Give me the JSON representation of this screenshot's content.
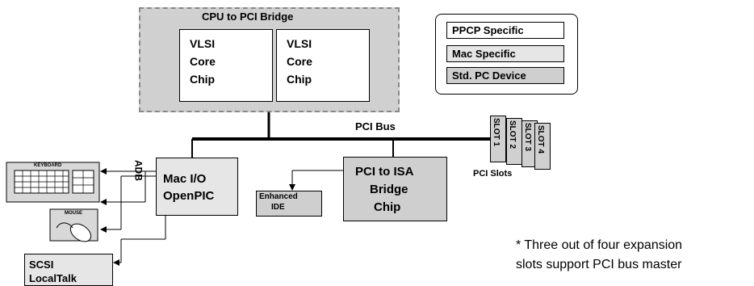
{
  "bridge": {
    "title": "CPU to PCI Bridge",
    "chips": [
      "VLSI\nCore\nChip",
      "VLSI\nCore\nChip"
    ]
  },
  "legend": {
    "ppcp": "PPCP Specific",
    "mac": "Mac Specific",
    "pc": "Std. PC Device"
  },
  "bus": {
    "label": "PCI Bus"
  },
  "slots": {
    "items": [
      "SLOT 1",
      "SLOT 2",
      "SLOT 3",
      "SLOT 4"
    ],
    "label": "PCI Slots"
  },
  "macio": {
    "line1": "Mac I/O",
    "line2": "OpenPIC"
  },
  "adb": {
    "label": "ADB"
  },
  "keyboard": {
    "label": "KEYBOARD"
  },
  "mouse": {
    "label": "MOUSE"
  },
  "pci2isa": {
    "line1": "PCI to ISA",
    "line2": "Bridge",
    "line3": "Chip"
  },
  "ide": {
    "line1": "Enhanced",
    "line2": "IDE"
  },
  "scsi": {
    "line1": "SCSI",
    "line2": "LocalTalk"
  },
  "note": {
    "line1": "* Three out of four expansion",
    "line2": "slots support PCI bus master"
  },
  "colors": {
    "ppcp": "#ffffff",
    "mac": "#e6e6e6",
    "pc": "#cfcfcf"
  }
}
